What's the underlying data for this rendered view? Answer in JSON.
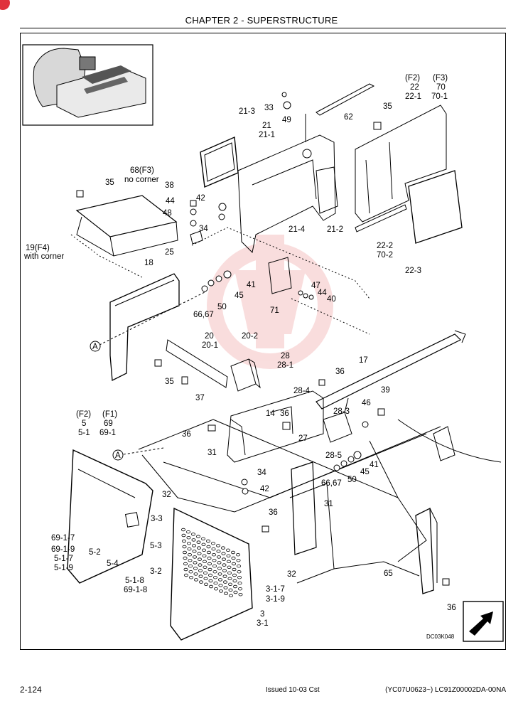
{
  "header": {
    "chapter_title": "CHAPTER 2 - SUPERSTRUCTURE"
  },
  "diagram": {
    "drawing_code": "DC03K048",
    "reference_mark": "A",
    "callouts": {
      "c33": "33",
      "c49": "49",
      "c62": "62",
      "c35a": "35",
      "c21_3": "21-3",
      "c21": "21",
      "c21_1": "21-1",
      "f2": "(F2)",
      "f3": "(F3)",
      "c22": "22",
      "c70": "70",
      "c22_1": "22-1",
      "c70_1": "70-1",
      "c68f3": "68(F3)",
      "no_corner": "no corner",
      "c35b": "35",
      "c38": "38",
      "c44a": "44",
      "c42a": "42",
      "c48": "48",
      "c34a": "34",
      "c25": "25",
      "c21_4": "21-4",
      "c21_2": "21-2",
      "c22_2": "22-2",
      "c70_2": "70-2",
      "c22_3": "22-3",
      "c19f4": "19(F4)",
      "with_corner": "with corner",
      "c18": "18",
      "c41a": "41",
      "c45a": "45",
      "c50a": "50",
      "c6667a": "66,67",
      "c47": "47",
      "c44b": "44",
      "c40": "40",
      "c71": "71",
      "c20": "20",
      "c20_1": "20-1",
      "c20_2": "20-2",
      "c28": "28",
      "c28_1": "28-1",
      "c17": "17",
      "c36a": "36",
      "c35c": "35",
      "c37": "37",
      "c28_4": "28-4",
      "c39": "39",
      "f2b": "(F2)",
      "f1": "(F1)",
      "c5": "5",
      "c69": "69",
      "c5_1": "5-1",
      "c69_1": "69-1",
      "c14": "14",
      "c36b": "36",
      "c28_3": "28-3",
      "c46": "46",
      "c36c": "36",
      "c27": "27",
      "c31a": "31",
      "c28_5": "28-5",
      "c41b": "41",
      "c45b": "45",
      "c50b": "50",
      "c6667b": "66,67",
      "c34b": "34",
      "c42b": "42",
      "c32a": "32",
      "c3_3": "3-3",
      "c36d": "36",
      "c31b": "31",
      "c69_1_7": "69-1-7",
      "c69_1_9": "69-1-9",
      "c5_1_7": "5-1-7",
      "c5_1_9": "5-1-9",
      "c5_2": "5-2",
      "c5_3": "5-3",
      "c5_4": "5-4",
      "c5_1_8": "5-1-8",
      "c69_1_8": "69-1-8",
      "c3_2": "3-2",
      "c32b": "32",
      "c65": "65",
      "c3_1_7": "3-1-7",
      "c3_1_9": "3-1-9",
      "c3": "3",
      "c3_1": "3-1",
      "c36e": "36"
    }
  },
  "footer": {
    "page_number": "2-124",
    "issued": "Issued 10-03   Cst",
    "document_code": "(YC07U0623~)   LC91Z00002DA-00NA"
  },
  "colors": {
    "line": "#000000",
    "watermark": "#f2b6b6",
    "corner_tab": "#e0323c"
  }
}
